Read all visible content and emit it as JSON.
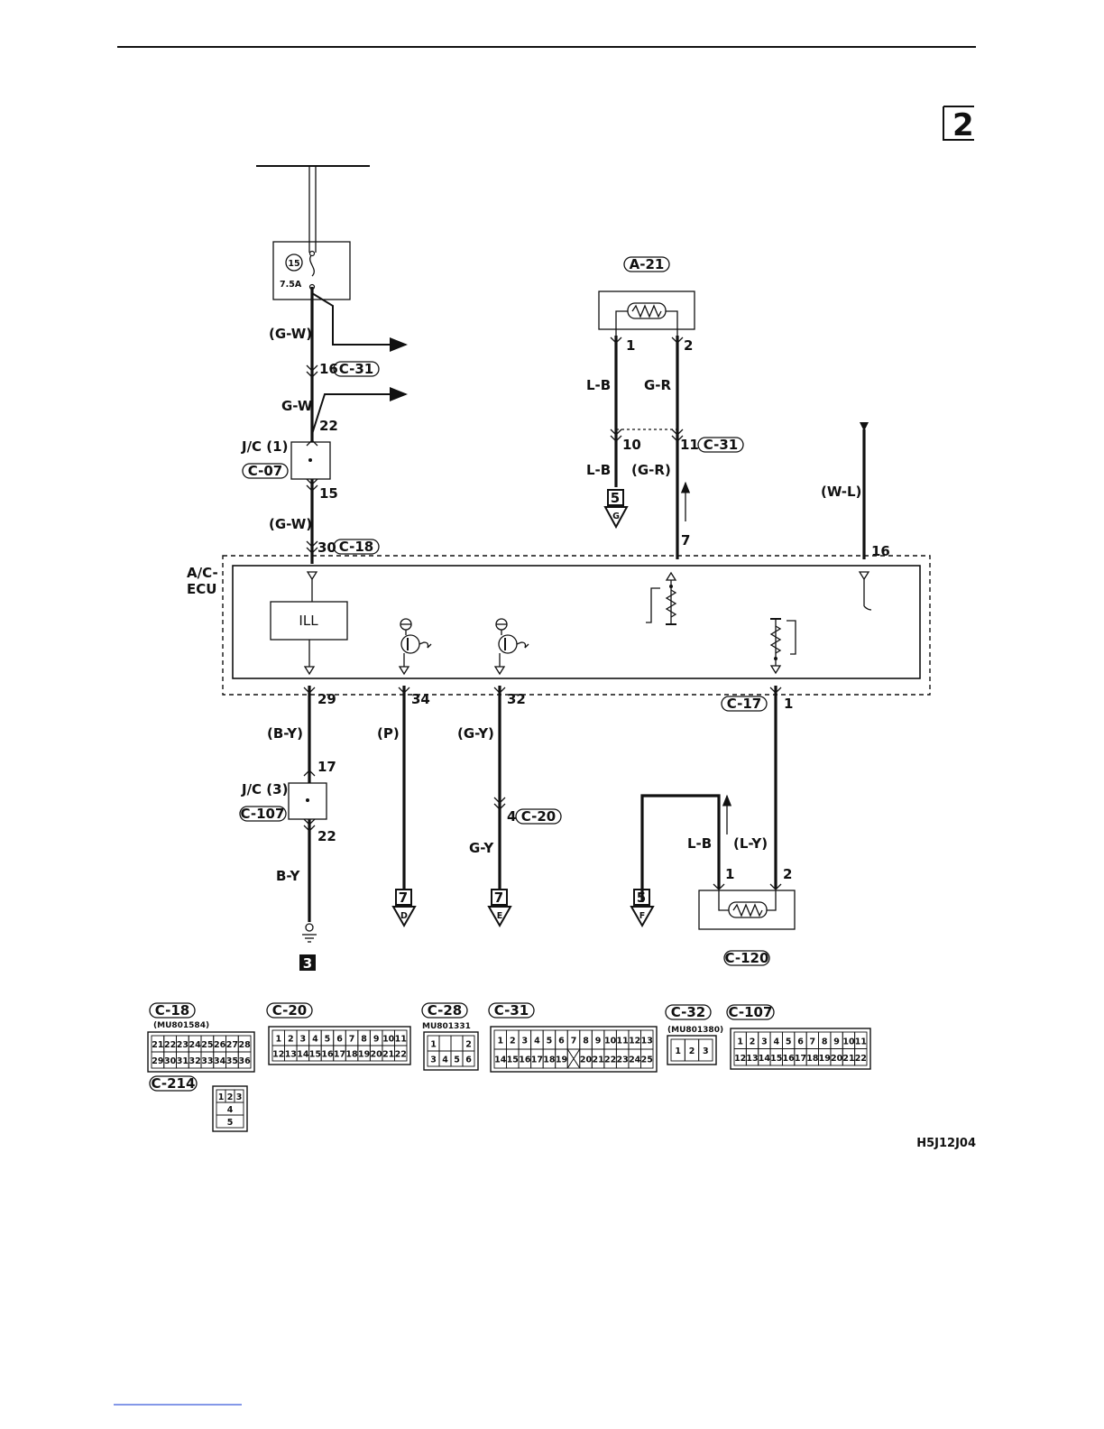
{
  "page_number": "2",
  "diagram_code": "H5J12J04",
  "fuse": {
    "number": "15",
    "rating": "7.5A"
  },
  "ecu": {
    "label_line1": "A/C-",
    "label_line2": "ECU",
    "ill_block": "ILL"
  },
  "connectors": {
    "c31": "C-31",
    "c07": "C-07",
    "c18": "C-18",
    "c107": "C-107",
    "c20": "C-20",
    "a21": "A-21",
    "c17": "C-17",
    "c120": "C-120",
    "c28": "C-28",
    "c32": "C-32",
    "c214": "C-214"
  },
  "junctions": {
    "jc1": "J/C (1)",
    "jc3": "J/C (3)"
  },
  "wires": {
    "gw_paren_top": "(G-W)",
    "gw": "G-W",
    "gw_paren_mid": "(G-W)",
    "by_paren": "(B-Y)",
    "by": "B-Y",
    "p_paren": "(P)",
    "gy_paren": "(G-Y)",
    "gy": "G-Y",
    "lb_a21": "L-B",
    "gr_a21": "G-R",
    "lb_c31": "L-B",
    "gr_paren": "(G-R)",
    "wl_paren": "(W-L)",
    "lb_c120": "L-B",
    "ly_paren": "(L-Y)"
  },
  "pins": {
    "p16_c31": "16",
    "p22_jc1": "22",
    "p15_jc1": "15",
    "p30_c18": "30",
    "p29": "29",
    "p34": "34",
    "p32": "32",
    "p17_jc3": "17",
    "p22_jc3": "22",
    "p4_c20": "4",
    "a21_1": "1",
    "a21_2": "2",
    "c31_10": "10",
    "c31_11": "11",
    "ecu_7": "7",
    "ecu_16": "16",
    "c17_1": "1",
    "c120_1": "1",
    "c120_2": "2"
  },
  "refs": {
    "ground_ref": "3",
    "g_page": "5",
    "g_letter": "G",
    "d_page": "7",
    "d_letter": "D",
    "e_page": "7",
    "e_letter": "E",
    "f_page": "5",
    "f_letter": "F"
  },
  "part_numbers": {
    "c18": "(MU801584)",
    "c28": "MU801331",
    "c32": "(MU801380)"
  },
  "connector_faces": {
    "c18": [
      [
        "21",
        "22",
        "23",
        "24",
        "25",
        "26",
        "27",
        "28"
      ],
      [
        "29",
        "30",
        "31",
        "32",
        "33",
        "34",
        "35",
        "36"
      ]
    ],
    "c20": [
      [
        "1",
        "2",
        "3",
        "4",
        "5",
        "6",
        "7",
        "8",
        "9",
        "10",
        "11"
      ],
      [
        "12",
        "13",
        "14",
        "15",
        "16",
        "17",
        "18",
        "19",
        "20",
        "21",
        "22"
      ]
    ],
    "c28": [
      [
        "1",
        "",
        "",
        "2"
      ],
      [
        "3",
        "4",
        "5",
        "6"
      ]
    ],
    "c31": [
      [
        "1",
        "2",
        "3",
        "4",
        "5",
        "6",
        "7",
        "8",
        "9",
        "10",
        "11",
        "12",
        "13"
      ],
      [
        "14",
        "15",
        "16",
        "17",
        "18",
        "19",
        "X",
        "20",
        "21",
        "22",
        "23",
        "24",
        "25"
      ]
    ],
    "c32": [
      [
        "1",
        "2",
        "3"
      ]
    ],
    "c107": [
      [
        "1",
        "2",
        "3",
        "4",
        "5",
        "6",
        "7",
        "8",
        "9",
        "10",
        "11"
      ],
      [
        "12",
        "13",
        "14",
        "15",
        "16",
        "17",
        "18",
        "19",
        "20",
        "21",
        "22"
      ]
    ],
    "c214": [
      [
        "1",
        "2",
        "3"
      ],
      [
        "4"
      ],
      [
        "5"
      ]
    ]
  }
}
